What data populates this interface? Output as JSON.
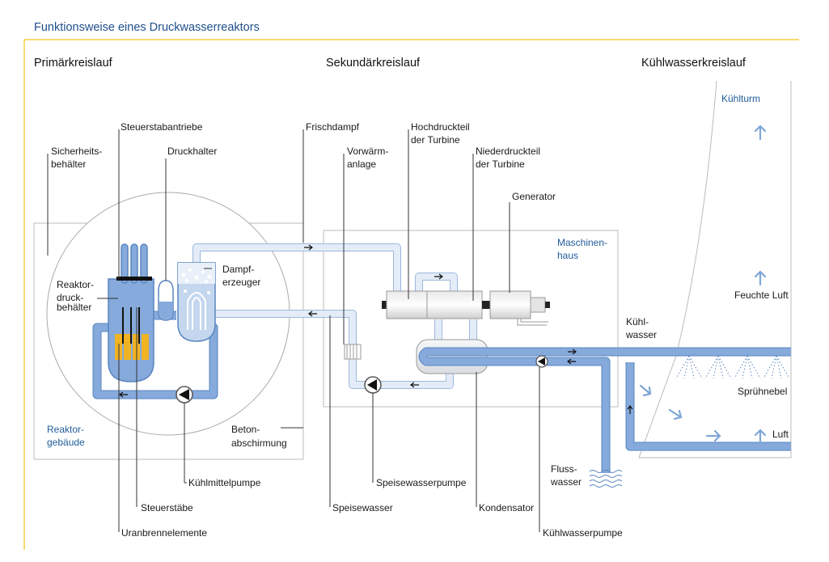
{
  "title": "Funktionsweise eines Druckwasserreaktors",
  "sections": {
    "primary": "Primärkreislauf",
    "secondary": "Sekundärkreislauf",
    "cooling": "Kühlwasserkreislauf"
  },
  "labels": {
    "steuerstabantriebe": "Steuerstabantriebe",
    "sicherheits1": "Sicherheits-",
    "sicherheits2": "behälter",
    "druckhalter": "Druckhalter",
    "dampf1": "Dampf-",
    "dampf2": "erzeuger",
    "reaktor1": "Reaktor-",
    "reaktor2": "druck-",
    "reaktor3": "behälter",
    "gebaeude1": "Reaktor-",
    "gebaeude2": "gebäude",
    "beton1": "Beton-",
    "beton2": "abschirmung",
    "kuehlmittelpumpe": "Kühlmittelpumpe",
    "steuerstaebe": "Steuerstäbe",
    "uranbrennelemente": "Uranbrennelemente",
    "frischdampf": "Frischdampf",
    "vorwaerm1": "Vorwärm-",
    "vorwaerm2": "anlage",
    "hoch1": "Hochdruckteil",
    "hoch2": "der Turbine",
    "nieder1": "Niederdruckteil",
    "nieder2": "der Turbine",
    "generator": "Generator",
    "maschinen1": "Maschinen-",
    "maschinen2": "haus",
    "speisewasserpumpe": "Speisewasserpumpe",
    "speisewasser": "Speisewasser",
    "kondensator": "Kondensator",
    "kuehlwasserpumpe": "Kühlwasserpumpe",
    "fluss1": "Fluss-",
    "fluss2": "wasser",
    "kuehlwasser1": "Kühl-",
    "kuehlwasser2": "wasser",
    "kuehlturm": "Kühlturm",
    "feuchte": "Feuchte Luft",
    "spruehnebel": "Sprühnebel",
    "luft": "Luft"
  },
  "colors": {
    "accent": "#f0c419",
    "title": "#1f4f8a",
    "pipe_primary": "#7fa6d6",
    "pipe_secondary": "#c9daee",
    "fuel": "#f0b323",
    "arrow": "#7fa6d6"
  }
}
